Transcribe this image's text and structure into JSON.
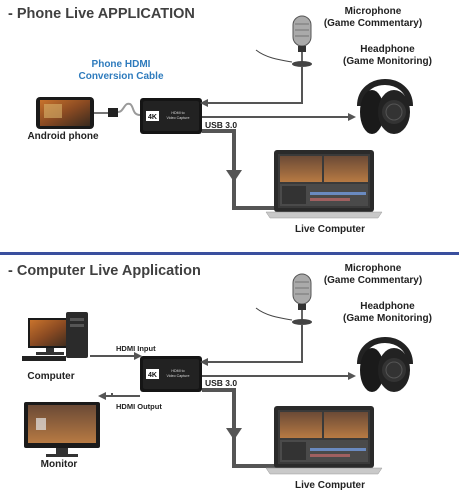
{
  "section1": {
    "title": "- Phone Live APPLICATION",
    "cable_label_line1": "Phone HDMI",
    "cable_label_line2": "Conversion Cable",
    "phone_label": "Android phone",
    "mic_line1": "Microphone",
    "mic_line2": "(Game Commentary)",
    "headphone_line1": "Headphone",
    "headphone_line2": "(Game Monitoring)",
    "usb_label": "USB 3.0",
    "laptop_label": "Live Computer"
  },
  "section2": {
    "title": "- Computer Live Application",
    "mic_line1": "Microphone",
    "mic_line2": "(Game Commentary)",
    "headphone_line1": "Headphone",
    "headphone_line2": "(Game Monitoring)",
    "hdmi_input": "HDMI Input",
    "hdmi_output": "HDMI Output",
    "usb_label": "USB 3.0",
    "computer_label": "Computer",
    "monitor_label": "Monitor",
    "laptop_label": "Live Computer"
  },
  "device": {
    "badge": "4K",
    "name_line1": "HDMI to",
    "name_line2": "Video Capture"
  },
  "colors": {
    "divider": "#3a4f9e",
    "cable_label": "#2e7bbd",
    "arrow": "#555555"
  }
}
